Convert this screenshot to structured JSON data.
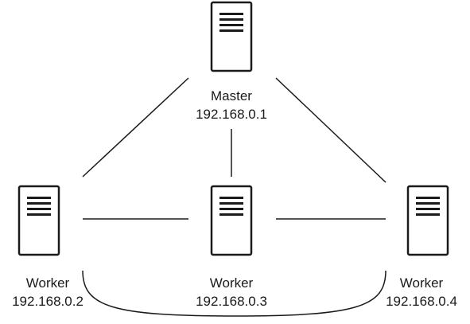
{
  "nodes": {
    "master": {
      "role": "Master",
      "ip": "192.168.0.1",
      "icon": "server-icon"
    },
    "worker_left": {
      "role": "Worker",
      "ip": "192.168.0.2",
      "icon": "server-icon"
    },
    "worker_center": {
      "role": "Worker",
      "ip": "192.168.0.3",
      "icon": "server-icon"
    },
    "worker_right": {
      "role": "Worker",
      "ip": "192.168.0.4",
      "icon": "server-icon"
    }
  },
  "connections": [
    [
      "master",
      "worker_left"
    ],
    [
      "master",
      "worker_center"
    ],
    [
      "master",
      "worker_right"
    ],
    [
      "worker_left",
      "worker_center"
    ],
    [
      "worker_center",
      "worker_right"
    ],
    [
      "worker_left",
      "worker_right"
    ]
  ],
  "colors": {
    "line": "#1a1a1a",
    "server_fill": "#ffffff",
    "background": "#ffffff"
  }
}
